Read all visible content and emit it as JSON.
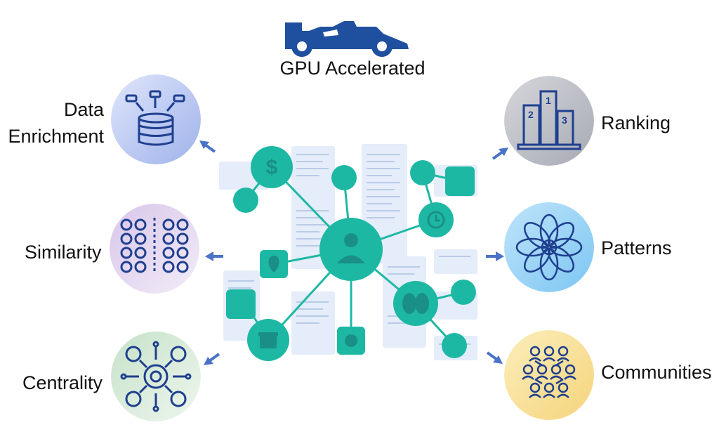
{
  "header": {
    "title": "GPU Accelerated",
    "car_icon": "race-car-icon"
  },
  "features": {
    "data_enrichment": {
      "line1": "Data",
      "line2": "Enrichment",
      "icon": "database-icon"
    },
    "similarity": {
      "label": "Similarity",
      "icon": "dot-grid-icon"
    },
    "centrality": {
      "label": "Centrality",
      "icon": "centrality-hub-icon"
    },
    "ranking": {
      "label": "Ranking",
      "icon": "podium-icon"
    },
    "patterns": {
      "label": "Patterns",
      "icon": "flower-pattern-icon"
    },
    "communities": {
      "label": "Communities",
      "icon": "people-network-icon"
    }
  },
  "colors": {
    "accent": "#1db8a4",
    "icon_blue": "#1f3f8f",
    "arrow_blue": "#4a73c8",
    "doc_blue": "#e4edf9"
  }
}
